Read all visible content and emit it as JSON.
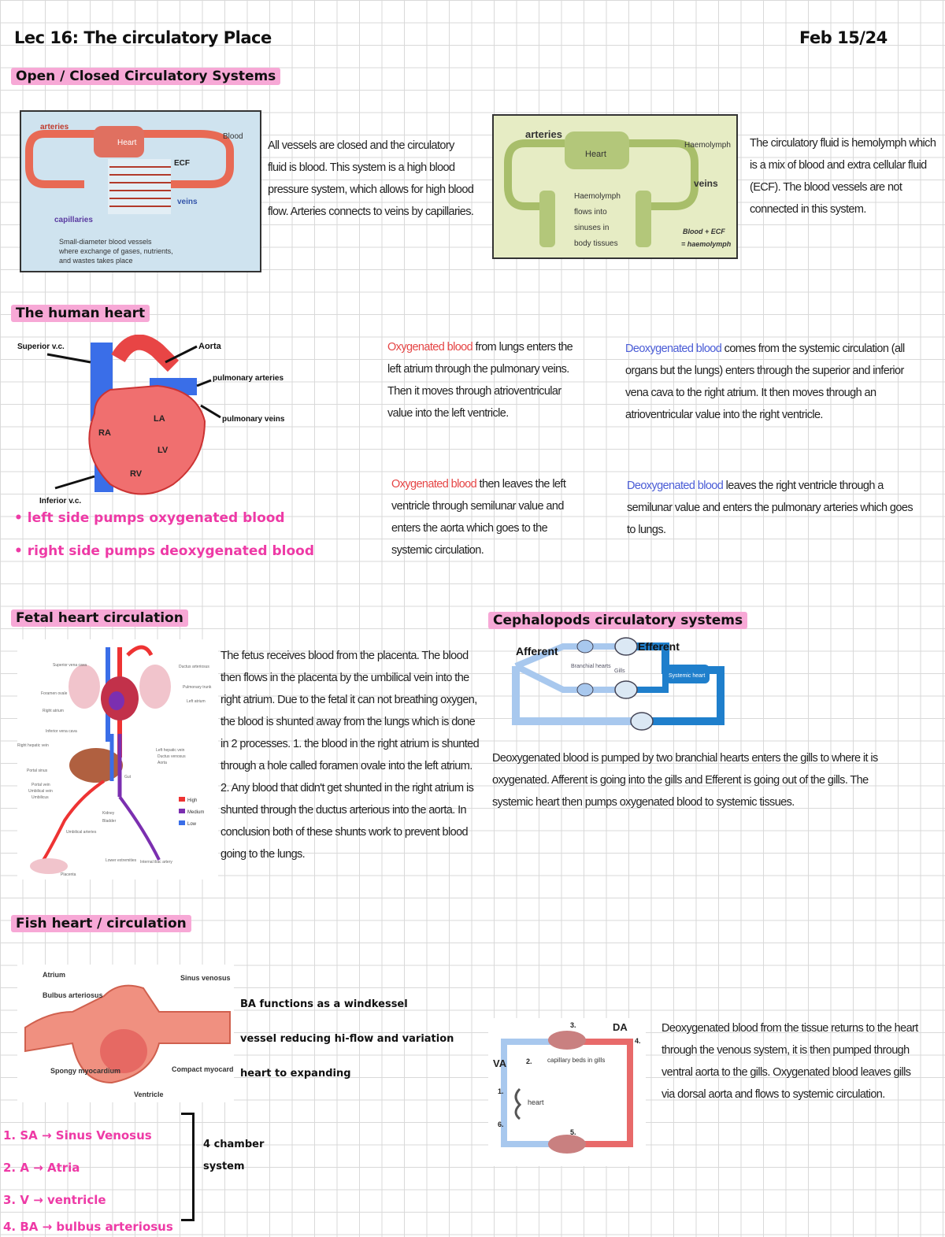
{
  "header": {
    "title": "Lec 16: The circulatory Place",
    "date": "Feb 15/24"
  },
  "sections": {
    "open_closed": {
      "heading": "Open / Closed Circulatory Systems",
      "closed_diagram": {
        "arteries": "arteries",
        "heart": "Heart",
        "blood": "Blood",
        "ecf": "ECF",
        "veins": "veins",
        "capillaries": "capillaries",
        "caption": [
          "Small-diameter blood vessels",
          "where exchange of gases, nutrients,",
          "and wastes takes place"
        ]
      },
      "closed_note": "All vessels are closed and the circulatory fluid is blood. This system is a high blood pressure system, which allows for high blood flow. Arteries connects to veins by capillaries.",
      "open_diagram": {
        "arteries": "arteries",
        "heart": "Heart",
        "haemolymph": "Haemolymph",
        "veins": "veins",
        "flow": [
          "Haemolymph",
          "flows into",
          "sinuses in",
          "body tissues"
        ],
        "eq1": "Blood + ECF",
        "eq2": "= haemolymph"
      },
      "open_note": "The circulatory fluid is hemolymph which is a mix of blood and extra cellular fluid (ECF). The blood vessels are not connected in this system."
    },
    "human_heart": {
      "heading": "The human heart",
      "labels": {
        "superior": "Superior v.c.",
        "aorta": "Aorta",
        "pulm_arteries": "pulmonary arteries",
        "pulm_veins": "pulmonary veins",
        "ra": "RA",
        "la": "LA",
        "lv": "LV",
        "rv": "RV",
        "inferior": "Inferior v.c."
      },
      "bullets": [
        "• left side pumps oxygenated blood",
        "• right side pumps deoxygenated blood"
      ],
      "note1_colored": "Oxygenated blood",
      "note1_rest": " from lungs enters the left atrium through the pulmonary veins. Then it moves through atrioventricular value into the left ventricle.",
      "note2_colored": "Deoxygenated blood",
      "note2_rest": " comes from the systemic circulation (all organs but the lungs) enters through the superior and inferior vena cava to the right atrium. It then moves through an atrioventricular value into the right ventricle.",
      "note3_colored": "Oxygenated blood",
      "note3_rest": " then leaves the left ventricle through semilunar value and enters the aorta which goes to the systemic circulation.",
      "note4_colored": "Deoxygenated blood",
      "note4_rest": " leaves the right ventricle through a semilunar value and enters the pulmonary arteries which goes to lungs."
    },
    "fetal": {
      "heading": "Fetal heart circulation",
      "legend": [
        "High",
        "Medium",
        "Low"
      ],
      "labels": [
        "Superior vena cava",
        "Ductus arteriosus",
        "Pulmonary trunk",
        "Left atrium",
        "Foramen ovale",
        "Right atrium",
        "Inferior vena cava",
        "Right hepatic vein",
        "Left hepatic vein",
        "Ductus venosus",
        "Aorta",
        "Portal sinus",
        "Portal vein",
        "Umbilical vein",
        "Umbilicus",
        "Gut",
        "Kidney",
        "Bladder",
        "Umbilical arteries",
        "Placenta",
        "Lower extremities",
        "Internal iliac artery"
      ],
      "note": "The fetus receives blood from the placenta. The blood then flows in the placenta by the umbilical vein into the right atrium. Due to the fetal it can not breathing oxygen, the blood is shunted away from the lungs which is done in 2 processes. 1. the blood in the right atrium is shunted through a hole called foramen ovale into the left atrium. 2. Any blood that didn't get shunted in the right atrium is shunted through the ductus arterious into the aorta. In conclusion both of these shunts work to prevent blood going to the lungs."
    },
    "cephalopod": {
      "heading": "Cephalopods circulatory systems",
      "afferent": "Afferent",
      "efferent": "Efferent",
      "branchial": "Branchial hearts",
      "gills": "Gills",
      "systemic": "Systemic heart",
      "note": "Deoxygenated blood is pumped by two branchial hearts enters the gills to where it is oxygenated. Afferent is going into the gills and Efferent is going out of the gills. The systemic heart then pumps oxygenated blood to systemic tissues."
    },
    "fish": {
      "heading": "Fish heart / circulation",
      "labels": {
        "atrium": "Atrium",
        "bulbus": "Bulbus arteriosus",
        "sinus": "Sinus venosus",
        "spongy": "Spongy myocardium",
        "compact": "Compact myocardium",
        "ventricle": "Ventricle"
      },
      "ba_note_lines": [
        "BA functions as a windkessel",
        "vessel reducing hi-flow and variation",
        "heart   to expanding"
      ],
      "list": [
        "1. SA → Sinus Venosus",
        "2. A → Atria",
        "3. V → ventricle",
        "4. BA → bulbus arteriosus"
      ],
      "brace_label": "4 chamber system",
      "circ_diagram": {
        "da": "DA",
        "va": "VA",
        "capillary": "capillary beds in gills",
        "heart": "heart",
        "numbers": [
          "1.",
          "2.",
          "3.",
          "4.",
          "5.",
          "6."
        ]
      },
      "note": "Deoxygenated blood from the tissue returns to the heart through the venous system, it is then pumped through ventral aorta to the gills. Oxygenated blood leaves gills via dorsal aorta and flows to systemic circulation."
    }
  },
  "colors": {
    "highlight": "#f7a8d6",
    "oxygenated": "#e54545",
    "deoxygenated": "#4a5cd6",
    "pink_text": "#ee3aa6"
  }
}
